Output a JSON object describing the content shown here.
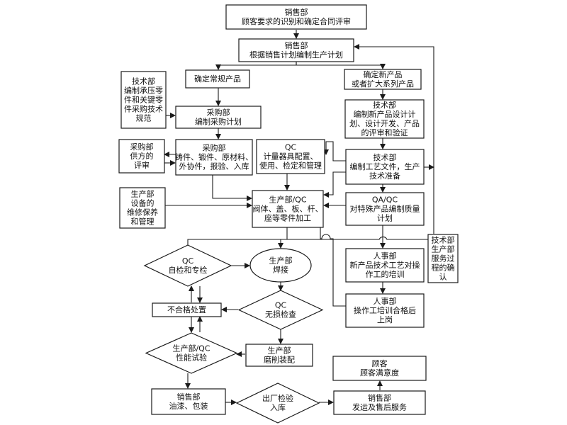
{
  "nodes": {
    "sales_review": {
      "lines": [
        "销售部",
        "顾客要求的识别和确定合同评审"
      ]
    },
    "sales_plan": {
      "lines": [
        "销售部",
        "根据销售计划编制生产计划"
      ]
    },
    "regular_product": {
      "lines": [
        "确定常规产品"
      ]
    },
    "new_product": {
      "lines": [
        "确定新产品",
        "或者扩大系列产品"
      ]
    },
    "tech_key_parts": {
      "lines": [
        "技术部",
        "编制承压零",
        "件和关键零",
        "件采购技术",
        "规范"
      ]
    },
    "purchase_plan": {
      "lines": [
        "采购部",
        "编制采购计划"
      ]
    },
    "tech_design": {
      "lines": [
        "技术部",
        "编制新产品设计计",
        "划、设计开发、产品",
        "的评审和验证"
      ]
    },
    "supplier_review": {
      "lines": [
        "采购部",
        "供方的",
        "评审"
      ]
    },
    "purchase_materials": {
      "lines": [
        "采购部",
        "铸件、锻件、原材料、",
        "外协件，报验、入库"
      ]
    },
    "qc_instruments": {
      "lines": [
        "QC",
        "计量器具配置、",
        "使用、检定和管理"
      ]
    },
    "tech_process": {
      "lines": [
        "技术部",
        "编制工艺文件，生产",
        "技术准备"
      ]
    },
    "equipment": {
      "lines": [
        "生产部",
        "设备的",
        "维修保养",
        "和管理"
      ]
    },
    "machining": {
      "lines": [
        "生产部/QC",
        "阀体、盖、板、杆、",
        "座等零件加工"
      ]
    },
    "qa_quality_plan": {
      "lines": [
        "QA/QC",
        "对特殊产品编制质量",
        "计划"
      ]
    },
    "tech_service": {
      "lines": [
        "技术部",
        "生产部",
        "服务过",
        "程的确",
        "认"
      ]
    },
    "self_check": {
      "lines": [
        "QC",
        "自检和专检"
      ]
    },
    "welding": {
      "lines": [
        "生产部",
        "焊接"
      ]
    },
    "hr_training": {
      "lines": [
        "人事部",
        "新产品技术工艺对操",
        "作工的培训"
      ]
    },
    "nonconforming": {
      "lines": [
        "不合格处置"
      ]
    },
    "ndt": {
      "lines": [
        "QC",
        "无损检查"
      ]
    },
    "hr_certify": {
      "lines": [
        "人事部",
        "操作工培训合格后",
        "上岗"
      ]
    },
    "performance_test": {
      "lines": [
        "生产部/QC",
        "性能试验"
      ]
    },
    "grinding_assembly": {
      "lines": [
        "生产部",
        "磨削装配"
      ]
    },
    "customer": {
      "lines": [
        "顾客",
        "顾客满意度"
      ]
    },
    "painting": {
      "lines": [
        "销售部",
        "油漆、包装"
      ]
    },
    "final_inspection": {
      "lines": [
        "出厂检验",
        "入库"
      ]
    },
    "shipping": {
      "lines": [
        "销售部",
        "发运及售后服务"
      ]
    }
  }
}
